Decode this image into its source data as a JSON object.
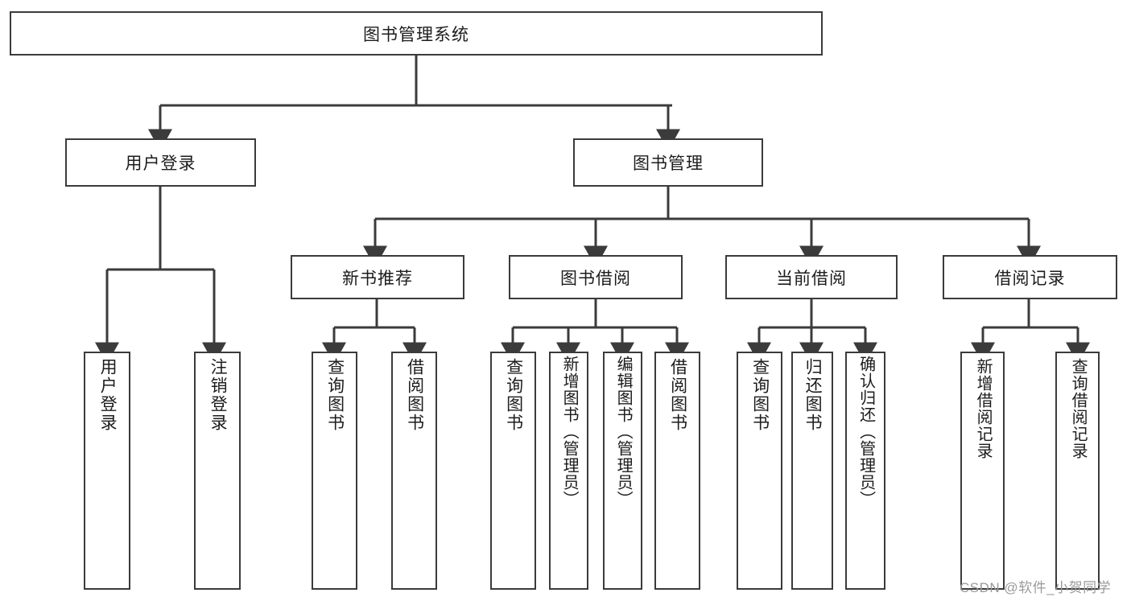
{
  "diagram": {
    "title": "图书管理系统",
    "type": "tree-hierarchy",
    "root": {
      "label": "图书管理系统"
    },
    "level2": [
      {
        "label": "用户登录"
      },
      {
        "label": "图书管理"
      }
    ],
    "level3": [
      {
        "label": "新书推荐"
      },
      {
        "label": "图书借阅"
      },
      {
        "label": "当前借阅"
      },
      {
        "label": "借阅记录"
      }
    ],
    "leaves": {
      "user_login": [
        {
          "label": "用户登录"
        },
        {
          "label": "注销登录"
        }
      ],
      "new_book_recommend": [
        {
          "label": "查询图书"
        },
        {
          "label": "借阅图书"
        }
      ],
      "book_borrow": [
        {
          "label": "查询图书"
        },
        {
          "label": "新增图书（管理员）"
        },
        {
          "label": "编辑图书（管理员）"
        },
        {
          "label": "借阅图书"
        }
      ],
      "current_borrow": [
        {
          "label": "查询图书"
        },
        {
          "label": "归还图书"
        },
        {
          "label": "确认归还（管理员）"
        }
      ],
      "borrow_record": [
        {
          "label": "新增借阅记录"
        },
        {
          "label": "查询借阅记录"
        }
      ]
    }
  },
  "watermark": {
    "text": "CSDN @软件_小贺同学"
  },
  "colors": {
    "stroke": "#3b3b3b",
    "background": "#ffffff",
    "text": "#1c1c1c",
    "watermark": "#9a9a9a"
  }
}
